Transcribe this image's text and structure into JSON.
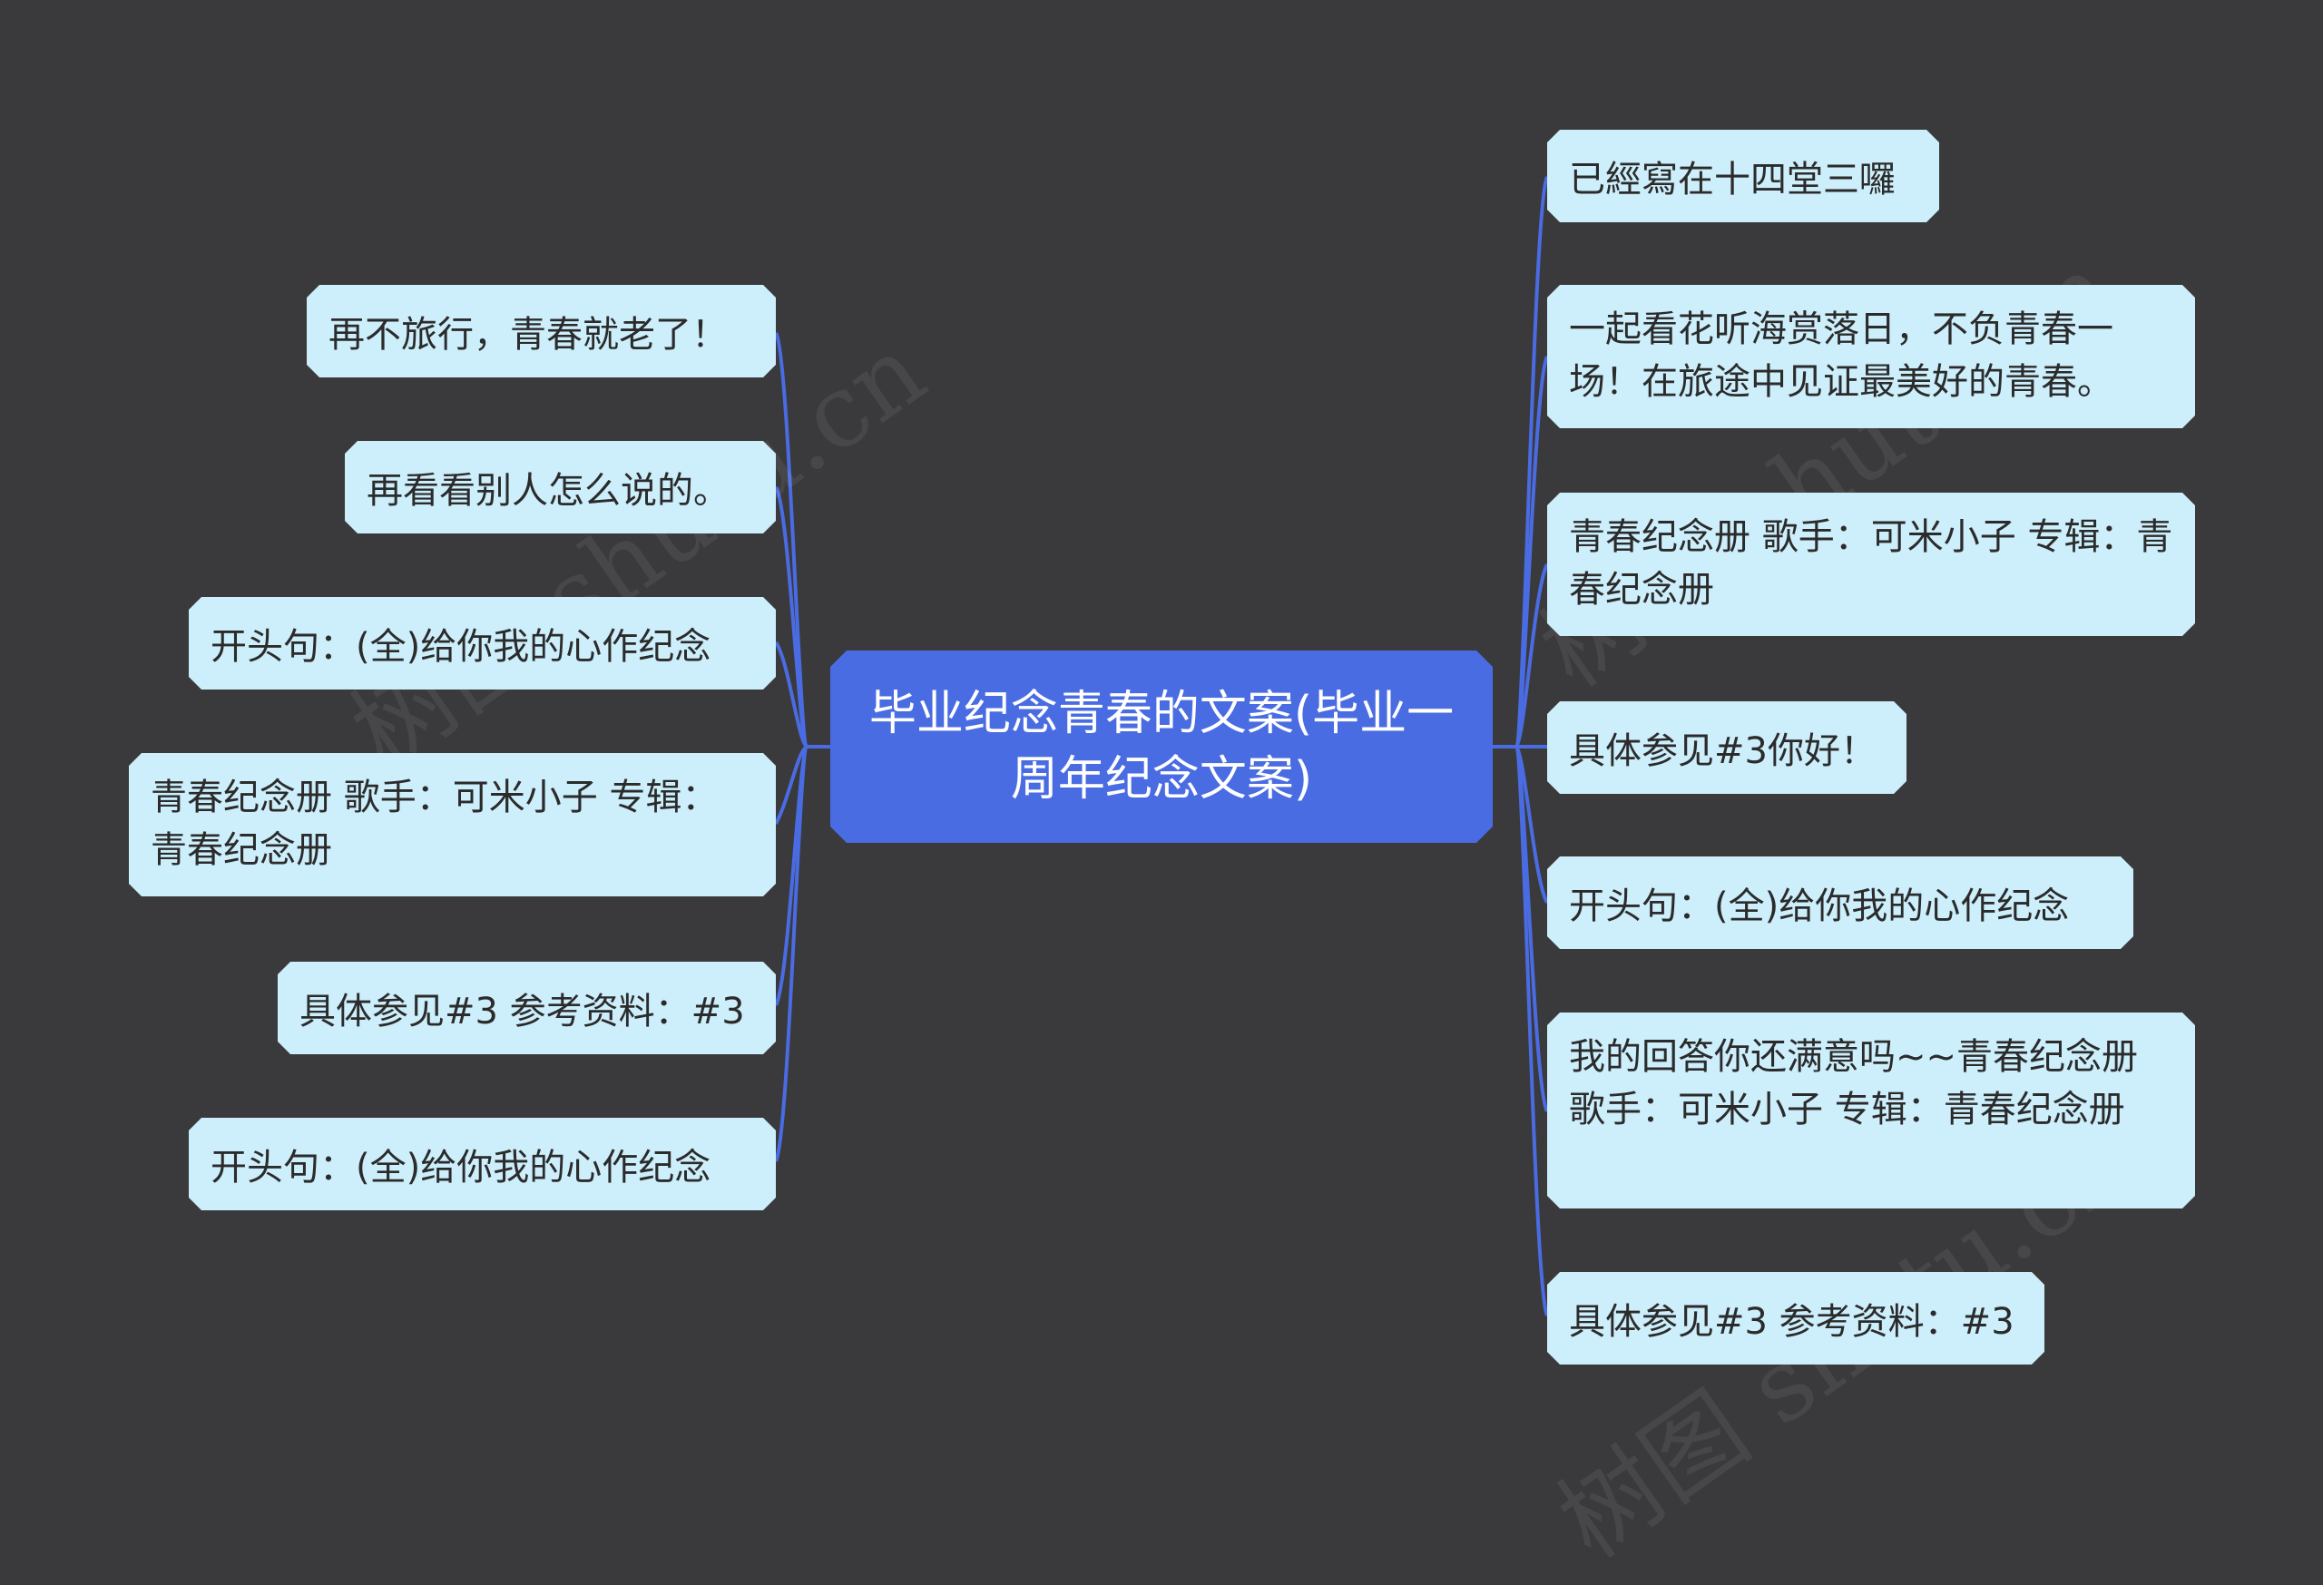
{
  "root": {
    "label": "毕业纪念青春的文案(毕业一周年纪念文案)"
  },
  "left_nodes": [
    {
      "label": "再不旅行，青春就老了！"
    },
    {
      "label": "再看看别人怎么说的。"
    },
    {
      "label": "开头句：(全)给你我的心作纪念"
    },
    {
      "label": "青春纪念册 歌手：可米小子 专辑：青春纪念册"
    },
    {
      "label": "具体参见#3 参考资料：#3"
    },
    {
      "label": "开头句：(全)给你我的心作纪念"
    }
  ],
  "right_nodes": [
    {
      "label": "已經寫在十四堂三囉"
    },
    {
      "label": "一起看花听海赏落日，不负青春一场！在旅途中见证最美好的青春。"
    },
    {
      "label": "青春纪念册 歌手：可米小子 专辑：青春纪念册"
    },
    {
      "label": "具体参见#3你好！"
    },
    {
      "label": "开头句：(全)给你我的心作纪念"
    },
    {
      "label": "我的回答你还满意吗~~青春纪念册歌手：可米小子 专辑：青春纪念册"
    },
    {
      "label": "具体参见#3 参考资料：#3"
    }
  ],
  "watermark": {
    "text": "树图 shutu.cn"
  },
  "colors": {
    "background": "#3a393b",
    "root_fill": "#4a6ce2",
    "node_fill": "#cdeefb",
    "connector": "#4a6ce2"
  }
}
